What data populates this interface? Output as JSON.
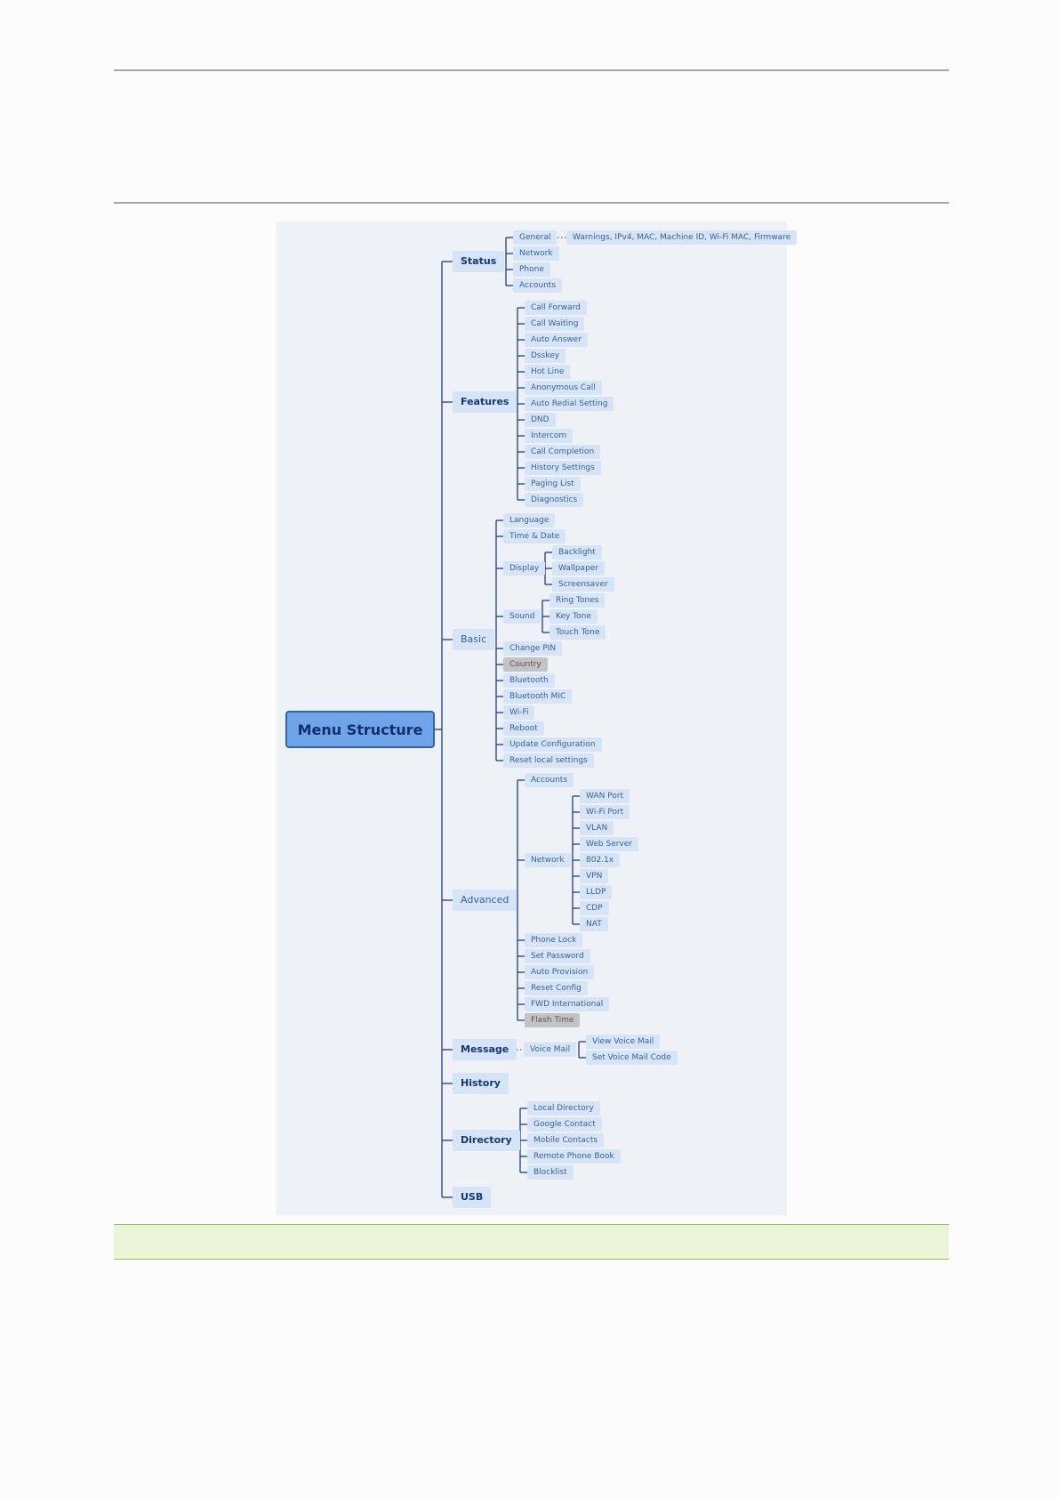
{
  "title": "Menu Structure",
  "branches": {
    "status": {
      "label": "Status",
      "children": [
        "General",
        "Network",
        "Phone",
        "Accounts"
      ],
      "general_detail": "Warnings, IPv4, MAC, Machine ID, Wi-Fi MAC, Firmware"
    },
    "features": {
      "label": "Features",
      "children": [
        "Call Forward",
        "Call Waiting",
        "Auto Answer",
        "Dsskey",
        "Hot Line",
        "Anonymous Call",
        "Auto Redial Setting",
        "DND",
        "Intercom",
        "Call Completion",
        "History Settings",
        "Paging List",
        "Diagnostics"
      ]
    },
    "basic": {
      "label": "Basic",
      "children": [
        "Language",
        "Time & Date",
        "Display",
        "Sound",
        "Change PIN",
        "Country",
        "Bluetooth",
        "Bluetooth MIC",
        "Wi-Fi",
        "Reboot",
        "Update Configuration",
        "Reset local settings"
      ],
      "display_children": [
        "Backlight",
        "Wallpaper",
        "Screensaver"
      ],
      "sound_children": [
        "Ring Tones",
        "Key Tone",
        "Touch Tone"
      ]
    },
    "advanced": {
      "label": "Advanced",
      "children": [
        "Accounts",
        "Network",
        "Phone Lock",
        "Set Password",
        "Auto Provision",
        "Reset Config",
        "FWD International",
        "Flash Time"
      ],
      "network_children": [
        "WAN Port",
        "Wi-Fi Port",
        "VLAN",
        "Web Server",
        "802.1x",
        "VPN",
        "LLDP",
        "CDP",
        "NAT"
      ]
    },
    "message": {
      "label": "Message",
      "child": "Voice Mail",
      "voice_mail_children": [
        "View Voice Mail",
        "Set Voice Mail Code"
      ]
    },
    "history": {
      "label": "History"
    },
    "directory": {
      "label": "Directory",
      "children": [
        "Local Directory",
        "Google Contact",
        "Mobile Contacts",
        "Remote Phone Book",
        "Blocklist"
      ]
    },
    "usb": {
      "label": "USB"
    }
  },
  "colors": {
    "root_fill": "#6fa5e8",
    "node_fill": "#d6e4f8",
    "connector": "#1c3f8c",
    "unavailable_fill": "#c3c3c3",
    "note_fill": "#eaf4d6"
  }
}
